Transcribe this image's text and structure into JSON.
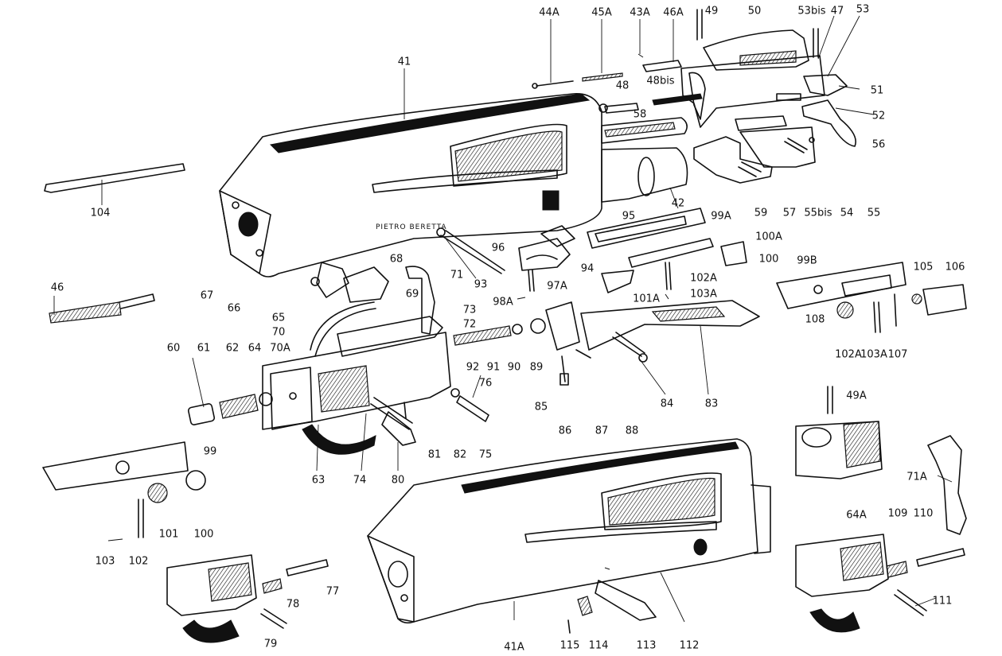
{
  "diagram": {
    "brand_text": "PIETRO BERETTA",
    "labels": {
      "l41": "41",
      "l44a": "44A",
      "l45a": "45A",
      "l43a": "43A",
      "l46a": "46A",
      "l49": "49",
      "l50": "50",
      "l53bis": "53bis",
      "l47": "47",
      "l53": "53",
      "l48": "48",
      "l48bis": "48bis",
      "l51": "51",
      "l52": "52",
      "l58": "58",
      "l56": "56",
      "l42": "42",
      "l59": "59",
      "l57": "57",
      "l55bis": "55bis",
      "l54": "54",
      "l55": "55",
      "l104": "104",
      "l95": "95",
      "l99a": "99A",
      "l96": "96",
      "l100a": "100A",
      "l100top": "100",
      "l94": "94",
      "l99b": "99B",
      "l105": "105",
      "l106": "106",
      "l46": "46",
      "l68": "68",
      "l71": "71",
      "l67": "67",
      "l93": "93",
      "l97a": "97A",
      "l102a_top": "102A",
      "l101a": "101A",
      "l103a_top": "103A",
      "l98a": "98A",
      "l66": "66",
      "l69": "69",
      "l65": "65",
      "l73": "73",
      "l72": "72",
      "l70": "70",
      "l70a": "70A",
      "l108": "108",
      "l102a": "102A",
      "l103a": "103A",
      "l107": "107",
      "l60": "60",
      "l61": "61",
      "l62": "62",
      "l64": "64",
      "l92": "92",
      "l91": "91",
      "l90": "90",
      "l89": "89",
      "l76": "76",
      "l85": "85",
      "l86": "86",
      "l87": "87",
      "l88": "88",
      "l84": "84",
      "l83": "83",
      "l49a": "49A",
      "l99": "99",
      "l81": "81",
      "l82": "82",
      "l75": "75",
      "l63": "63",
      "l74": "74",
      "l80": "80",
      "l71a": "71A",
      "l101": "101",
      "l100": "100",
      "l103": "103",
      "l102": "102",
      "l64a": "64A",
      "l109": "109",
      "l110": "110",
      "l77": "77",
      "l78": "78",
      "l79": "79",
      "l41a": "41A",
      "l115": "115",
      "l114": "114",
      "l113": "113",
      "l112": "112",
      "l111": "111"
    }
  }
}
